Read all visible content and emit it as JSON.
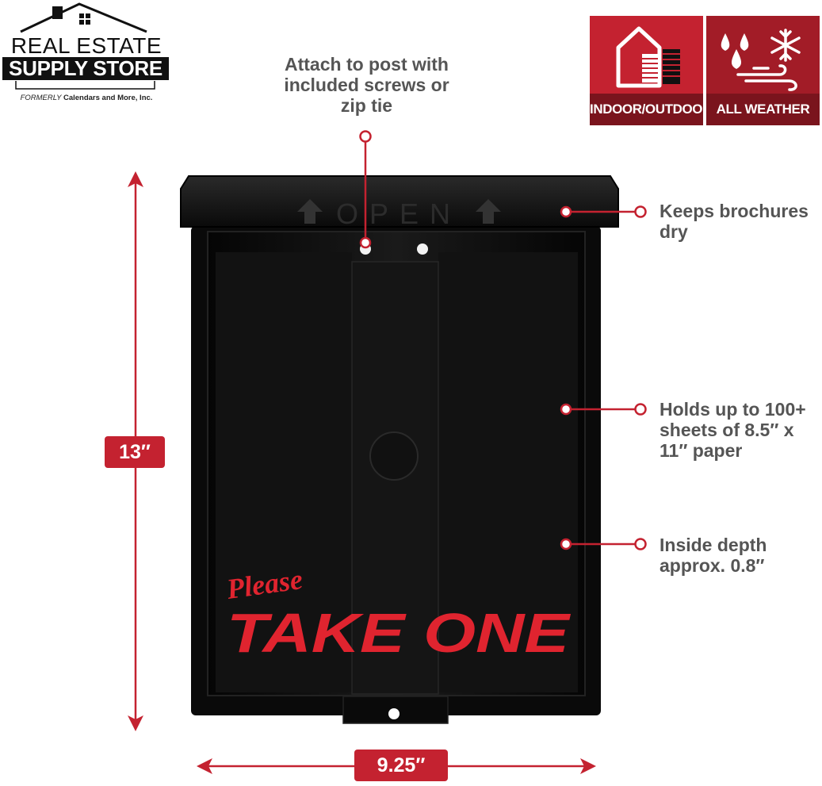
{
  "logo": {
    "line1": "REAL ESTATE",
    "line2": "SUPPLY STORE",
    "sub_prefix": "FORMERLY",
    "sub_brand": "Calendars and More, Inc."
  },
  "badges": [
    {
      "label": "INDOOR/OUTDOOR",
      "icon": "house-icon"
    },
    {
      "label": "ALL WEATHER",
      "icon": "weather-icon"
    }
  ],
  "callouts": {
    "top": "Attach to post with included screws or zip tie",
    "right1": "Keeps brochures dry",
    "right2": "Holds up to 100+ sheets of 8.5″ x 11″ paper",
    "right3": "Inside depth approx. 0.8″"
  },
  "dimensions": {
    "height": "13″",
    "width": "9.25″"
  },
  "product": {
    "lid_text": "OPEN",
    "print_script": "Please",
    "print_main": "TAKE ONE"
  },
  "colors": {
    "accent": "#c42230",
    "text": "#555555",
    "box": "#0d0d0d"
  }
}
